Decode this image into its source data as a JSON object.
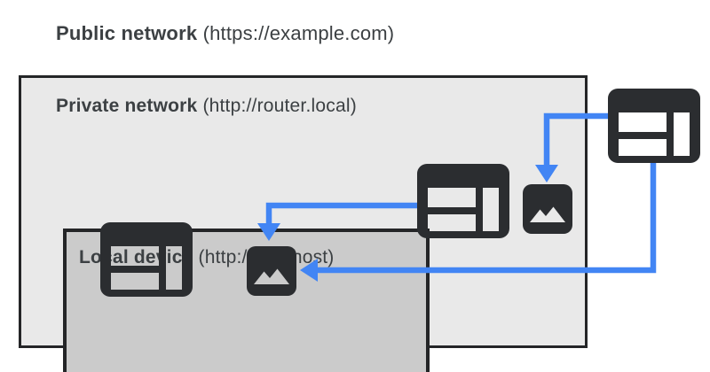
{
  "diagram": {
    "title": {
      "name_bold": "Public network",
      "suffix": " (https://example.com)"
    },
    "private_network": {
      "name_bold": "Private network",
      "suffix": " (http://router.local)"
    },
    "local_device": {
      "name_bold": "Local device",
      "suffix": " (http://localhost)"
    },
    "icons": {
      "local_browser": "browser-window",
      "local_image": "image",
      "middle_browser": "browser-window",
      "middle_image": "image",
      "public_browser": "browser-window"
    },
    "colors": {
      "arrow": "#4285f4",
      "icon_fill": "#2b2d30",
      "box_border": "#242527",
      "private_bg": "#e9e9e9",
      "local_bg": "#cbcbcb",
      "text": "#3c4043",
      "page_bg": "#ffffff"
    }
  }
}
